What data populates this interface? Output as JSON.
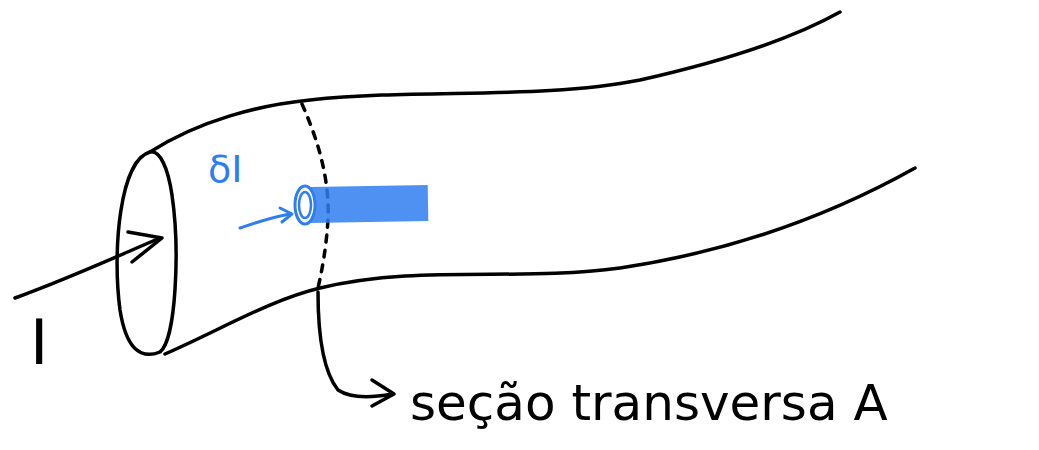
{
  "diagram": {
    "labels": [
      "δI",
      "I",
      "seção transversa A"
    ]
  }
}
